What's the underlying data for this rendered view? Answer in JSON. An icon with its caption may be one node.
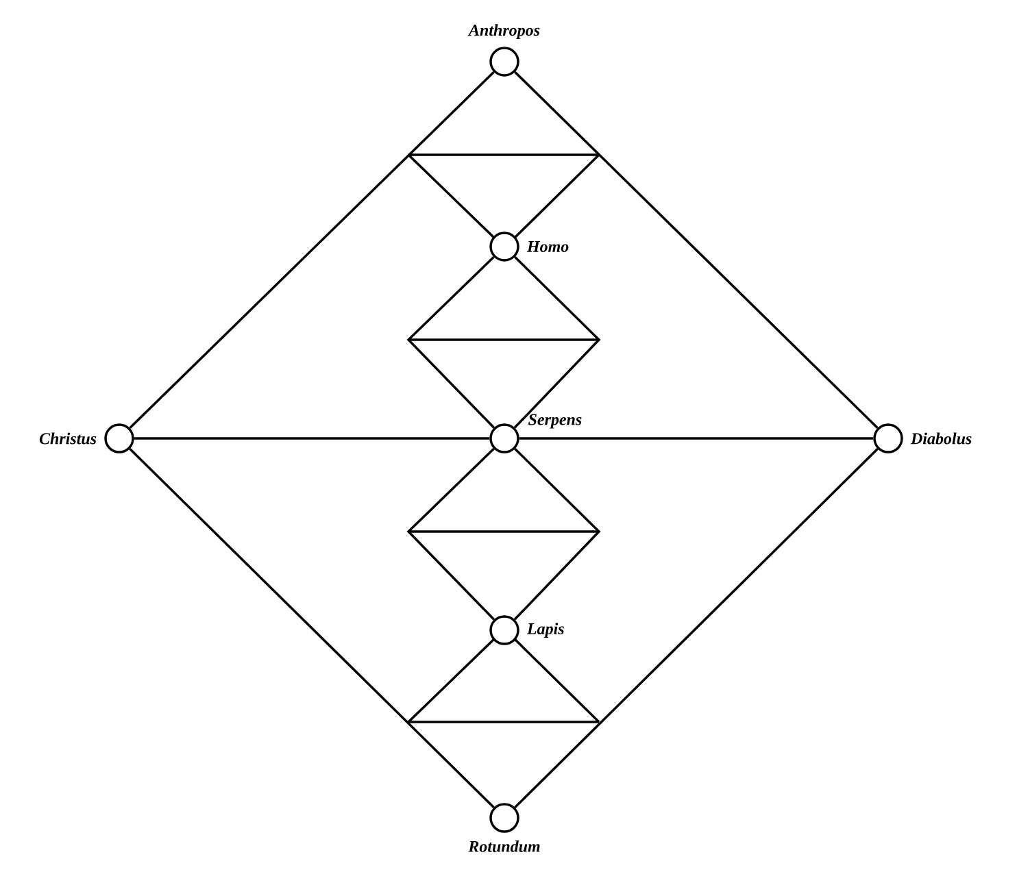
{
  "diagram": {
    "nodes": [
      {
        "text": [
          "Anthropos"
        ]
      },
      {
        "text": [
          "Homo"
        ]
      },
      {
        "text": [
          "Christus"
        ]
      },
      {
        "text": [
          "Serpens"
        ]
      },
      {
        "text": [
          "Diabolus"
        ]
      },
      {
        "text": [
          "Lapis"
        ]
      },
      {
        "text": [
          "Rotundum"
        ]
      }
    ],
    "edges": [
      {
        "from": 0,
        "to": 2,
        "arrow": "none"
      },
      {
        "from": 0,
        "to": 4,
        "arrow": "none"
      },
      {
        "from": 2,
        "to": 6,
        "arrow": "none"
      },
      {
        "from": 4,
        "to": 6,
        "arrow": "none"
      },
      {
        "from": 2,
        "to": 3,
        "arrow": "none"
      },
      {
        "from": 3,
        "to": 4,
        "arrow": "none"
      },
      {
        "from": 1,
        "to": 3,
        "arrow": "none"
      },
      {
        "from": 1,
        "to": 3,
        "arrow": "none"
      },
      {
        "from": 3,
        "to": 5,
        "arrow": "none"
      },
      {
        "from": 3,
        "to": 5,
        "arrow": "none"
      }
    ]
  }
}
